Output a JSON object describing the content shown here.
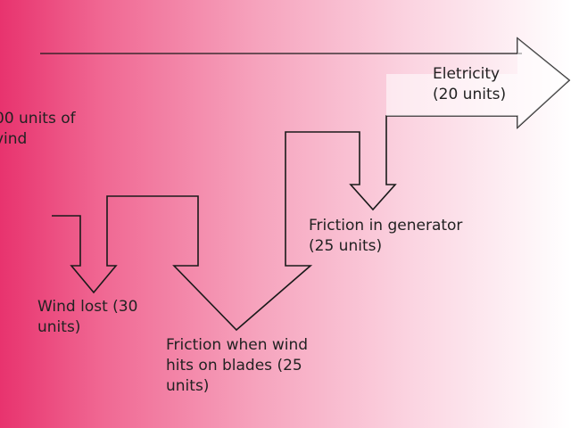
{
  "labels": {
    "input": {
      "line1": "00 units of",
      "line2": "vind"
    },
    "wind_lost": {
      "line1": "Wind lost (30",
      "line2": "units)"
    },
    "friction_blades": {
      "line1": "Friction when wind",
      "line2": "hits on blades (25",
      "line3": "units)"
    },
    "friction_generator": {
      "line1": "Friction in generator",
      "line2": "(25 units)"
    },
    "electricity": {
      "line1": "Eletricity",
      "line2": "(20 units)"
    }
  },
  "colors": {
    "gradient_left": "#e8336e",
    "gradient_right": "#ffffff",
    "arrow_fill": "#ffffff",
    "stroke": "#1a1a1a"
  }
}
